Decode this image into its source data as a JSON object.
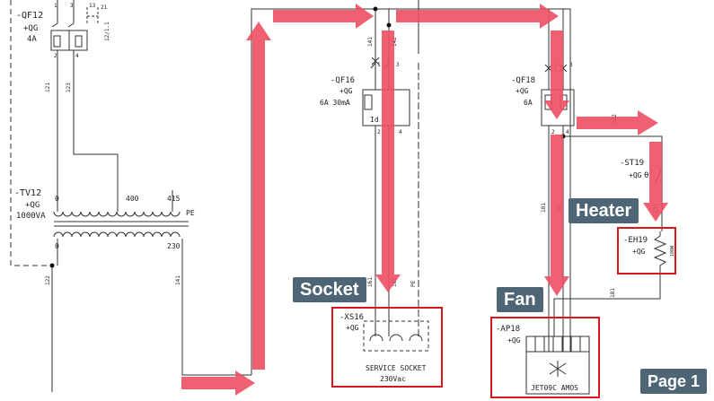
{
  "diagram": {
    "breaker_qf12": {
      "tag": "-QF12",
      "location": "+QG",
      "rating": "4A",
      "pins_top": [
        "1",
        "3",
        "13",
        "21"
      ],
      "pins_bottom": [
        "2",
        "4"
      ],
      "aux": "12/1.1"
    },
    "transformer_tv12": {
      "tag": "-TV12",
      "location": "+QG",
      "rating": "1000VA",
      "tap_0_top": "0",
      "tap_400": "400",
      "tap_415": "415",
      "pe": "PE",
      "tap_0_bottom": "0",
      "tap_230": "230"
    },
    "breaker_qf16": {
      "tag": "-QF16",
      "location": "+QG",
      "rating": "6A 30mA",
      "id_mark": "Id",
      "pin_1": "1",
      "pin_3": "3",
      "pin_2": "2",
      "pin_4": "4"
    },
    "breaker_qf18": {
      "tag": "-QF18",
      "location": "+QG",
      "rating": "6A",
      "pin_1": "1",
      "pin_3": "3",
      "pin_2": "2",
      "pin_4": "4"
    },
    "thermostat_st19": {
      "tag": "-ST19",
      "location": "+QG",
      "symbol": "θ"
    },
    "heater_eh19": {
      "tag": "-EH19",
      "location": "+QG",
      "value": "100W"
    },
    "socket_xs16": {
      "tag": "-XS16",
      "location": "+QG",
      "name": "SERVICE SOCKET",
      "voltage": "230Vac"
    },
    "fan_ap18": {
      "tag": "-AP18",
      "location": "+QG",
      "model": "JET09C AMOS"
    },
    "wire_numbers": {
      "w121": "121",
      "w123": "123",
      "w122": "122",
      "w141": "141",
      "w142": "142",
      "w161": "161",
      "w162": "162",
      "w181": "181",
      "w182": "182",
      "w191": "191",
      "pe": "PE"
    }
  },
  "labels": {
    "socket": "Socket",
    "fan": "Fan",
    "heater": "Heater",
    "page": "Page 1"
  },
  "colors": {
    "arrow": "#ee4f64",
    "highlight_box": "#d9161e",
    "label_bg": "#4e6576",
    "wire": "#333333"
  }
}
